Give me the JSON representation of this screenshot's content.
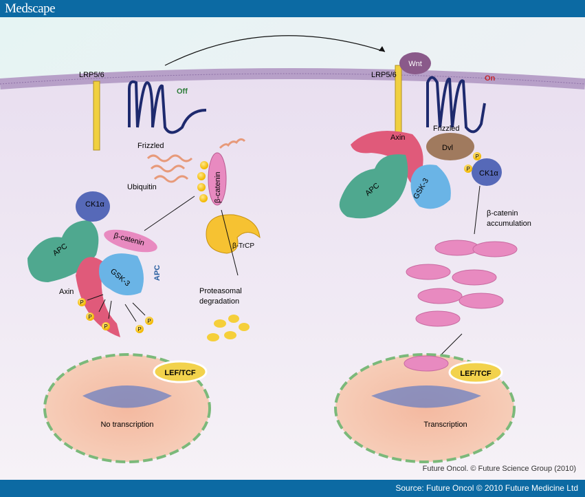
{
  "header": {
    "brand": "Medscape"
  },
  "footer": {
    "source": "Source: Future Oncol © 2010 Future Medicine Ltd"
  },
  "figure": {
    "credit": "Future Oncol. © Future Science Group (2010)",
    "left": {
      "state": "Off",
      "lrp": "LRP5/6",
      "frizzled": "Frizzled",
      "ubiquitin": "Ubiquitin",
      "bcatenin": "β-catenin",
      "btrcp": "β-TrCP",
      "ck1a": "CK1α",
      "apc": "APC",
      "apc2": "APC",
      "axin": "Axin",
      "gsk3": "GSK-3",
      "p": "P",
      "proteasomal": [
        "Proteasomal",
        "degradation"
      ],
      "lef": "LEF/TCF",
      "nucleus": "No transcription"
    },
    "right": {
      "state": "On",
      "wnt": "Wnt",
      "lrp": "LRP5/6",
      "frizzled": "Frizzled",
      "axin": "Axin",
      "dvl": "Dvl",
      "apc": "APC",
      "gsk3": "GSK-3",
      "ck1a": "CK1α",
      "p": "P",
      "accumulation": [
        "β-catenin",
        "accumulation"
      ],
      "lef": "LEF/TCF",
      "nucleus": "Transcription"
    },
    "colors": {
      "off": "#2e7d3a",
      "on": "#c0252a",
      "bar": "#0c6aa3"
    }
  }
}
